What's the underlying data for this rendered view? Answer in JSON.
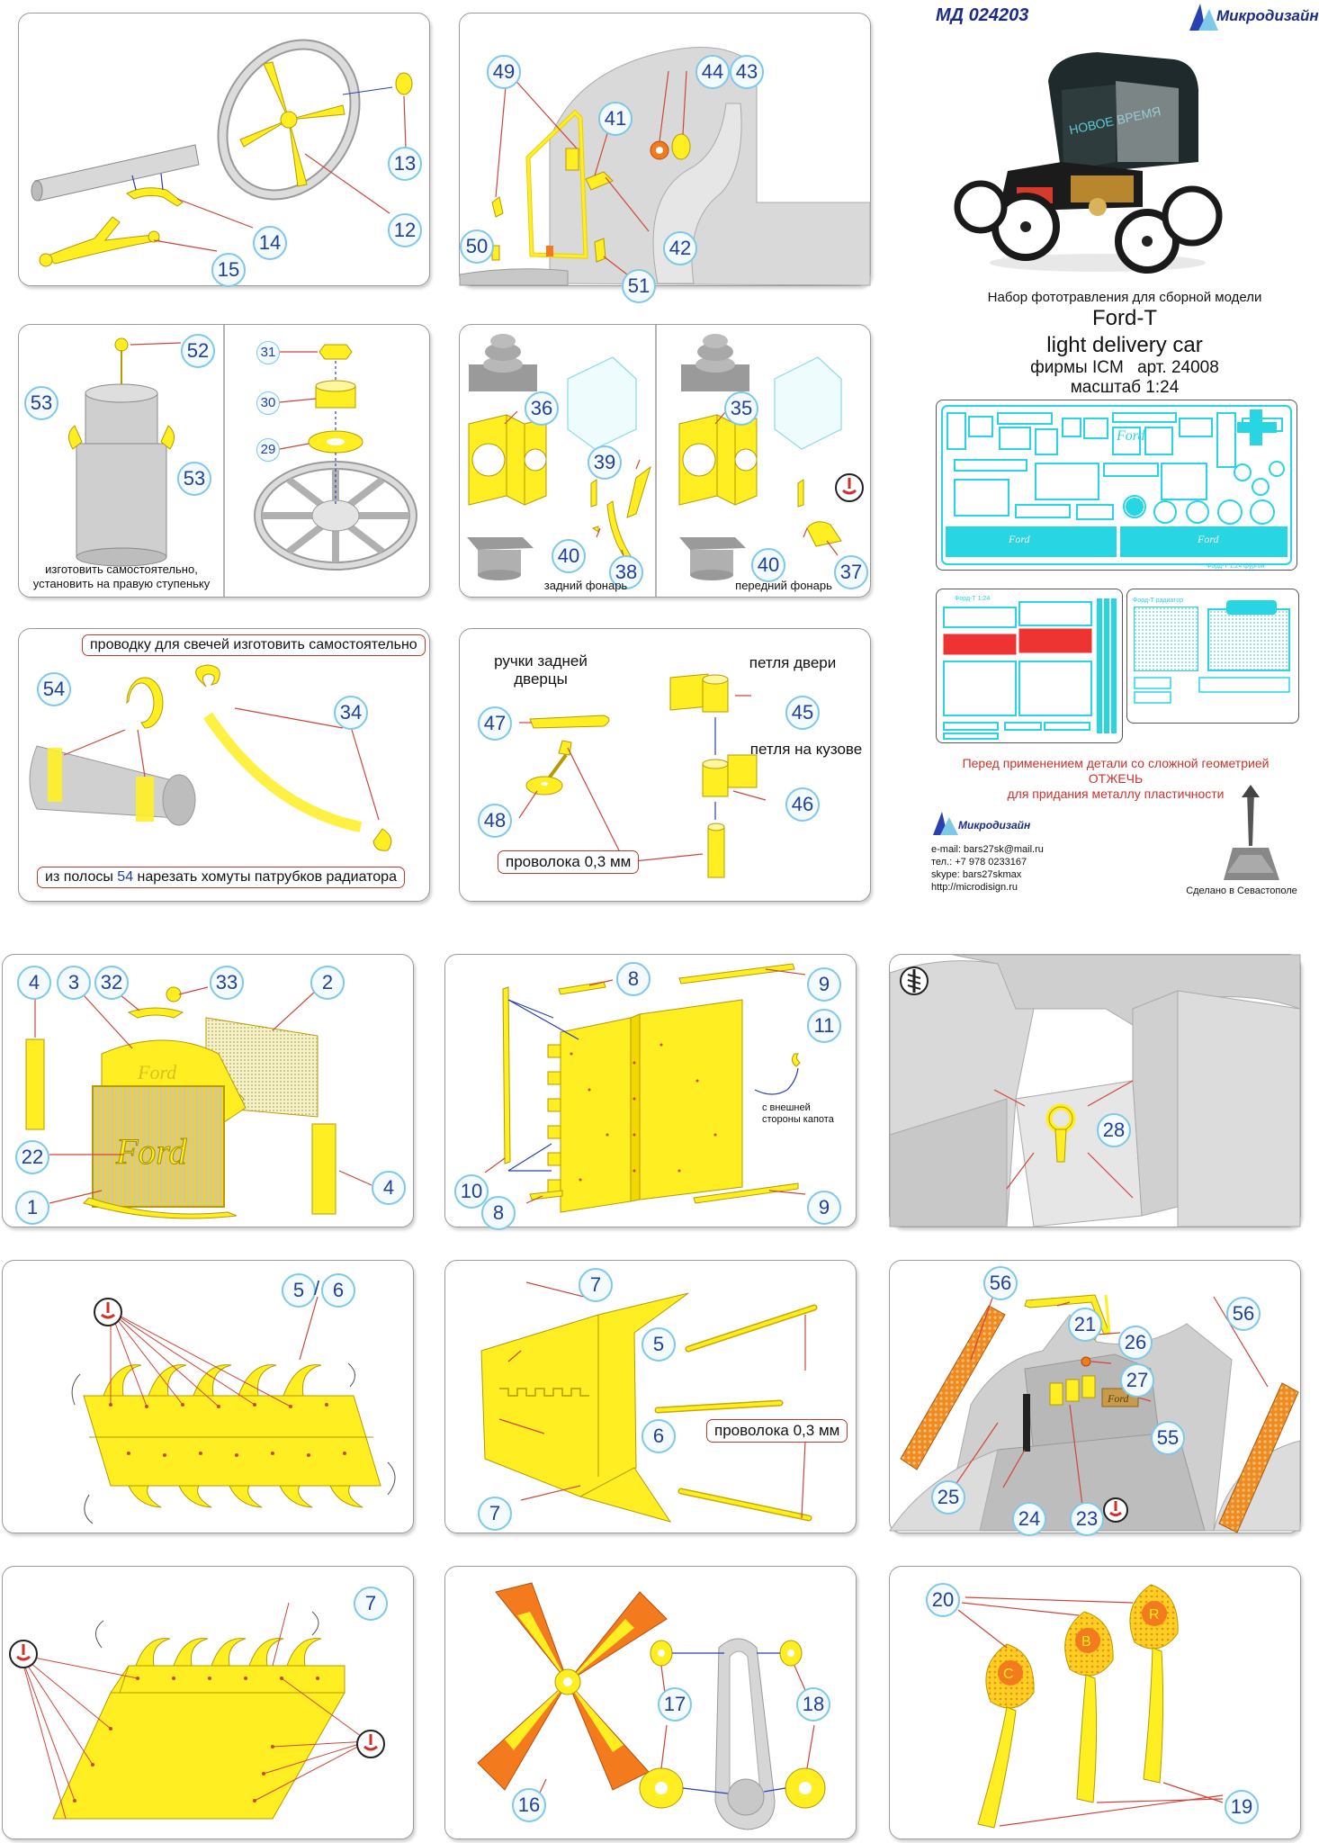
{
  "header": {
    "code": "МД 024203",
    "brand": "Микродизайн",
    "subtitle": "Набор фототравления для сборной модели",
    "model": "Ford-T",
    "model_line2": "light delivery car",
    "maker": "фирмы ICM",
    "article": "арт. 24008",
    "scale": "масштаб 1:24",
    "truck_sign": "НОВОЕ ВРЕМЯ"
  },
  "sheet_labels": {
    "ford": "Ford",
    "ford_t_1": "Форд-Т 1:24",
    "ford_t_2": "Форд-Т 1:24 фургон",
    "ford_t_3": "Форд-Т радиатор"
  },
  "warning": {
    "line1": "Перед применением детали со сложной геометрией",
    "line2": "ОТЖЕЧЬ",
    "line3": "для придания металлу пластичности"
  },
  "contacts": {
    "brand": "Микродизайн",
    "email": "e-mail: bars27sk@mail.ru",
    "phone": "тел.: +7 978 0233167",
    "skype": "skype: bars27skmax",
    "url": "http://microdisign.ru",
    "made_in": "Сделано в Севастополе"
  },
  "notes": {
    "p3_caption": "изготовить самостоятельно,\nустановить на правую ступеньку",
    "p4_rear_lamp": "задний фонарь",
    "p4_front_lamp": "передний фонарь",
    "p5_plugs": "проводку для свечей изготовить самостоятельно",
    "p5_clamps_a": "из полосы ",
    "p5_clamps_num": "54",
    "p5_clamps_b": " нарезать хомуты патрубков радиатора",
    "p6_handles": "ручки задней\nдверцы",
    "p6_door_hinge": "петля двери",
    "p6_body_hinge": "петля на кузове",
    "p6_wire": "проволока 0,3 мм",
    "p8_outside": "с внешней\nстороны капота",
    "p11_wire": "проволока 0,3 мм",
    "p14_letters": "C B R"
  },
  "callouts": {
    "p1": [
      "13",
      "12",
      "14",
      "15"
    ],
    "p2": [
      "49",
      "44",
      "43",
      "41",
      "42",
      "50",
      "51"
    ],
    "p3": [
      "52",
      "53",
      "53",
      "31",
      "30",
      "29"
    ],
    "p4": [
      "36",
      "39",
      "40",
      "38",
      "35",
      "40",
      "37"
    ],
    "p5": [
      "54",
      "34"
    ],
    "p6": [
      "47",
      "48",
      "45",
      "46"
    ],
    "p7": [
      "4",
      "3",
      "32",
      "33",
      "2",
      "22",
      "4",
      "1"
    ],
    "p8": [
      "8",
      "9",
      "11",
      "10",
      "8",
      "9"
    ],
    "p9": [
      "28"
    ],
    "p10": [
      "5",
      "6"
    ],
    "p11": [
      "7",
      "5",
      "6",
      "7"
    ],
    "p12": [
      "56",
      "21",
      "26",
      "56",
      "27",
      "55",
      "25",
      "24",
      "23"
    ],
    "p13": [
      "7"
    ],
    "p14": [
      "16",
      "17",
      "18"
    ],
    "p15": [
      "20",
      "19"
    ]
  },
  "colors": {
    "part_yellow": "#ffee22",
    "part_outline": "#b59a00",
    "gray_part": "#d6d6d6",
    "callout_fill": "#f3fbff",
    "callout_border": "#7ec8ea",
    "callout_text": "#1f3f9a",
    "leader_red": "#d0453a",
    "leader_blue": "#2a3fb0",
    "sheet_cyan": "#27d5e3",
    "warning_red": "#d0302a",
    "fan_orange": "#f47a1e"
  },
  "icons": [
    "anneal-warning-icon",
    "drill-warning-icon",
    "microdesign-logo-icon",
    "sevastopol-monument-icon"
  ]
}
